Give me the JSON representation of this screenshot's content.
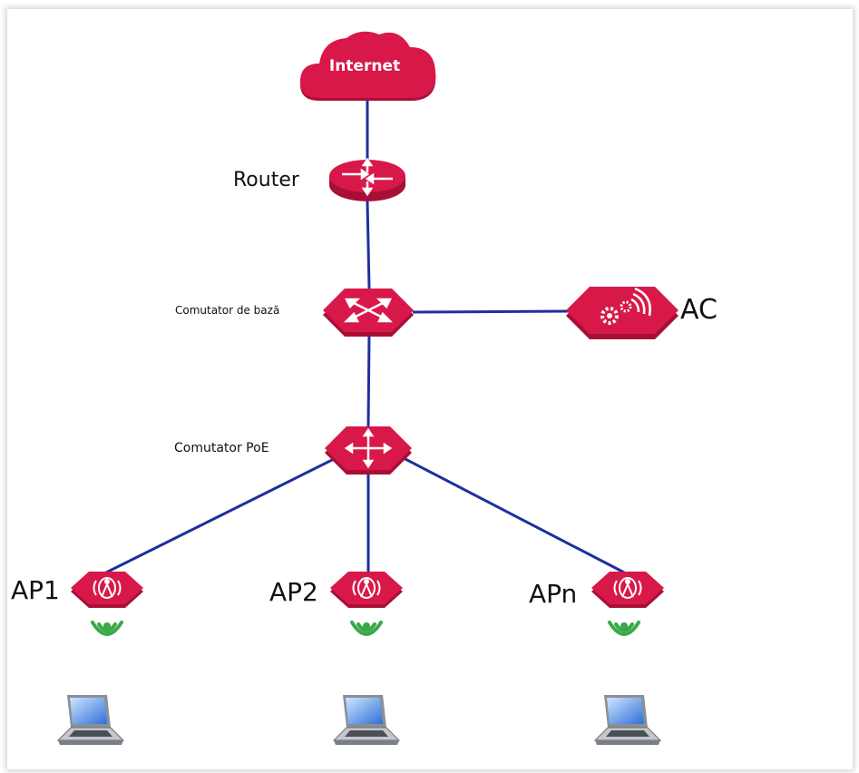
{
  "nodes": {
    "internet": "Internet",
    "router": "Router",
    "core_switch": "Comutator de bază",
    "ac": "AC",
    "poe_switch": "Comutator PoE",
    "ap1": "AP1",
    "ap2": "AP2",
    "apn": "APn"
  },
  "colors": {
    "device_red": "#d9184a",
    "device_dark": "#a80f36",
    "link_blue": "#1d2fa0",
    "wifi_green": "#3aa84a"
  },
  "icons": [
    "cloud-icon",
    "router-icon",
    "switch-icon",
    "ac-controller-icon",
    "access-point-icon",
    "wifi-signal-icon",
    "laptop-icon"
  ]
}
